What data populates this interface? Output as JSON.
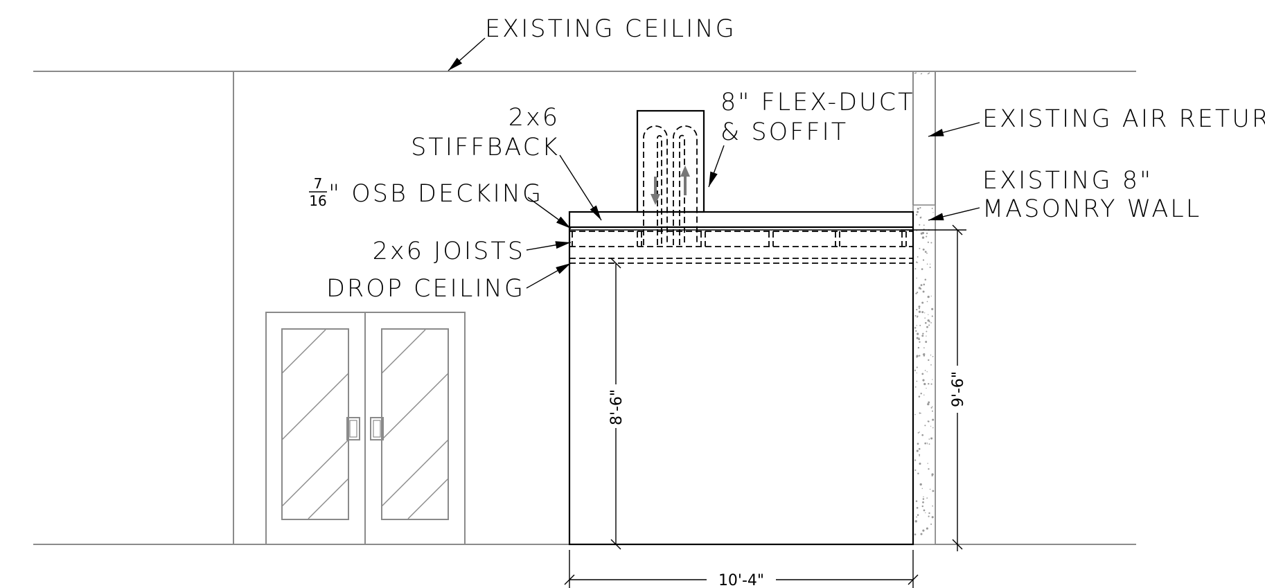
{
  "labels": {
    "existing_ceiling": "EXISTING CEILING",
    "flex_duct_1": "8\" FLEX-DUCT",
    "flex_duct_2": "& SOFFIT",
    "air_return": "EXISTING AIR RETURN",
    "masonry_1": "EXISTING 8\"",
    "masonry_2": "MASONRY WALL",
    "stiffback_1": "2x6",
    "stiffback_2": "STIFFBACK",
    "osb_num": "7",
    "osb_den": "16",
    "osb_text": "\" OSB DECKING",
    "joists": "2x6 JOISTS",
    "drop_ceiling": "DROP CEILING"
  },
  "dimensions": {
    "height_inner": "8'-6\"",
    "height_outer": "9'-6\"",
    "width": "10'-4\""
  },
  "colors": {
    "existing": "#8a8a8a",
    "new": "#000000"
  }
}
